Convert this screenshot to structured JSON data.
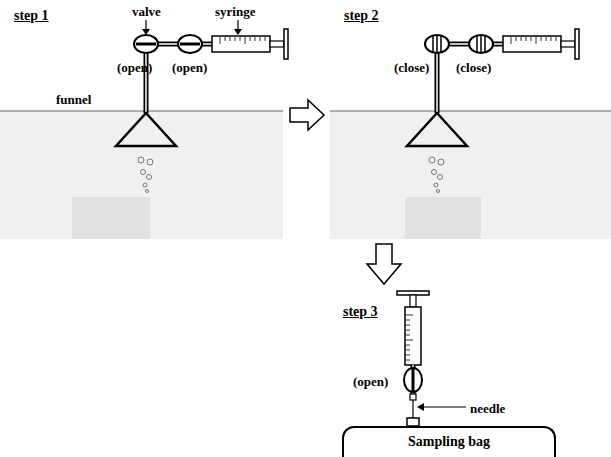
{
  "diagram": {
    "nodes": [
      {
        "text": [
          "Sampling bag"
        ]
      }
    ],
    "labels": [
      "step 1",
      "valve",
      "syringe",
      "(open)",
      "(open)",
      "funnel",
      "step 2",
      "(close)",
      "(close)",
      "step 3",
      "(open)",
      "needle"
    ]
  }
}
